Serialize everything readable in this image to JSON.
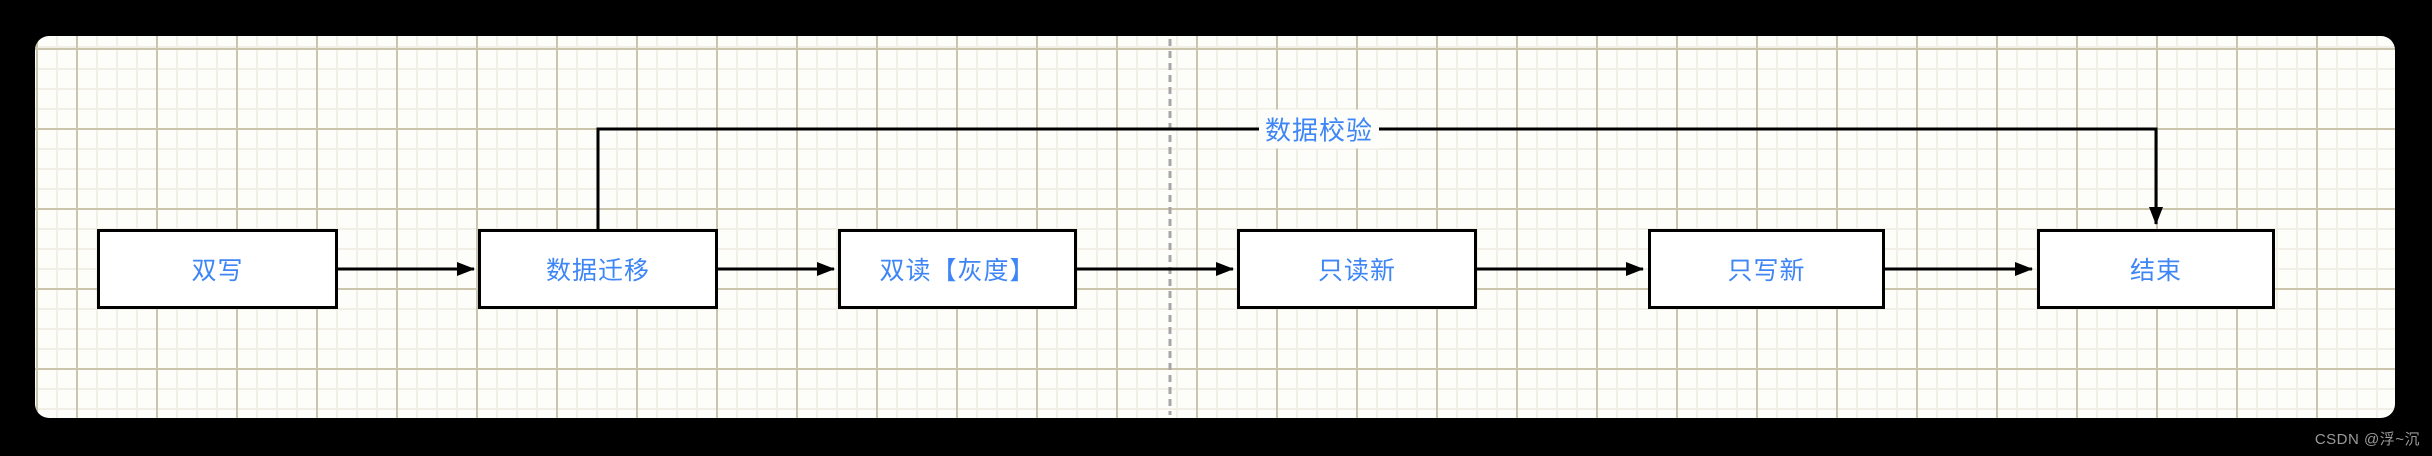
{
  "diagram": {
    "nodes": [
      {
        "label": "双写"
      },
      {
        "label": "数据迁移"
      },
      {
        "label": "双读【灰度】"
      },
      {
        "label": "只读新"
      },
      {
        "label": "只写新"
      },
      {
        "label": "结束"
      }
    ],
    "edges": [
      {
        "from": "双写",
        "to": "数据迁移"
      },
      {
        "from": "数据迁移",
        "to": "双读【灰度】"
      },
      {
        "from": "双读【灰度】",
        "to": "只读新"
      },
      {
        "from": "只读新",
        "to": "只写新"
      },
      {
        "from": "只写新",
        "to": "结束"
      },
      {
        "from": "数据迁移",
        "to": "结束",
        "label": "数据校验",
        "route": "top-feedback"
      }
    ],
    "feedback_edge": {
      "label": "数据校验"
    }
  },
  "watermark": {
    "text": "CSDN @浮~沉"
  },
  "colors": {
    "node_text": "#3e86f6",
    "node_fill": "#ffffff",
    "line": "#000000",
    "canvas_bg": "#fdfdfa",
    "grid_minor": "#f1efe6",
    "grid_major": "#cbc5ae",
    "page_divider": "#a6a6a6",
    "frame_bg": "#000000",
    "watermark_text": "#9a9a9a"
  }
}
